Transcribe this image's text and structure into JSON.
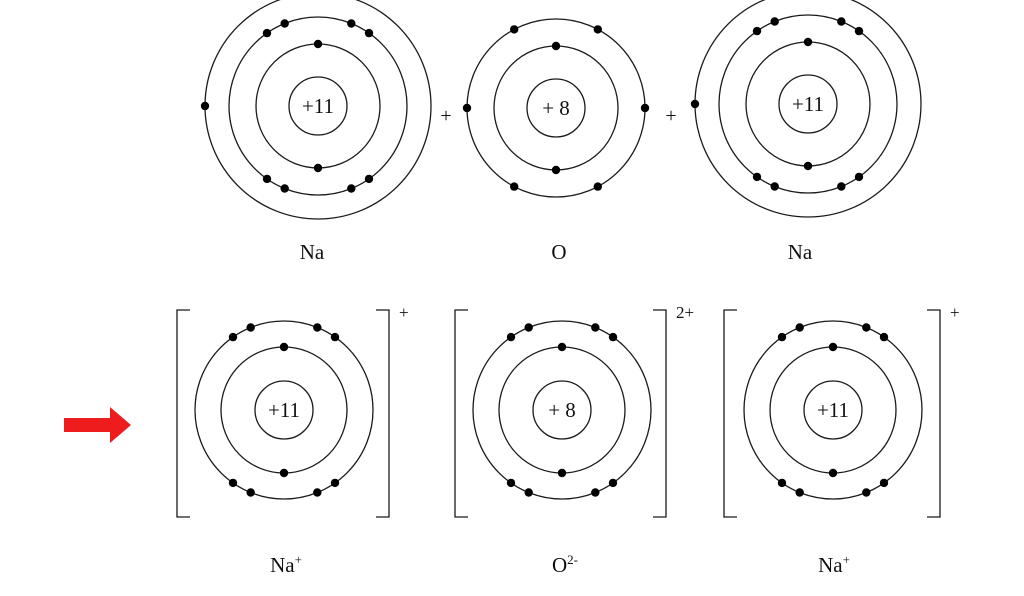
{
  "reactants": [
    {
      "nucleus": "+11",
      "shells": [
        2,
        8,
        1
      ],
      "label": "Na"
    },
    {
      "nucleus": "+ 8",
      "shells": [
        2,
        6
      ],
      "label": "O"
    },
    {
      "nucleus": "+11",
      "shells": [
        2,
        8,
        1
      ],
      "label": "Na"
    }
  ],
  "plus_signs": [
    "+",
    "+"
  ],
  "products": [
    {
      "nucleus": "+11",
      "shells": [
        2,
        8
      ],
      "charge": "+",
      "label_base": "Na",
      "label_sup": "+"
    },
    {
      "nucleus": "+ 8",
      "shells": [
        2,
        8
      ],
      "charge": "2+",
      "label_base": "O",
      "label_sup": "2-"
    },
    {
      "nucleus": "+11",
      "shells": [
        2,
        8
      ],
      "charge": "+",
      "label_base": "Na",
      "label_sup": "+"
    }
  ],
  "colors": {
    "arrow": "#ee1c1c",
    "ink": "#111111"
  },
  "arrow_icon": "right-arrow-icon"
}
